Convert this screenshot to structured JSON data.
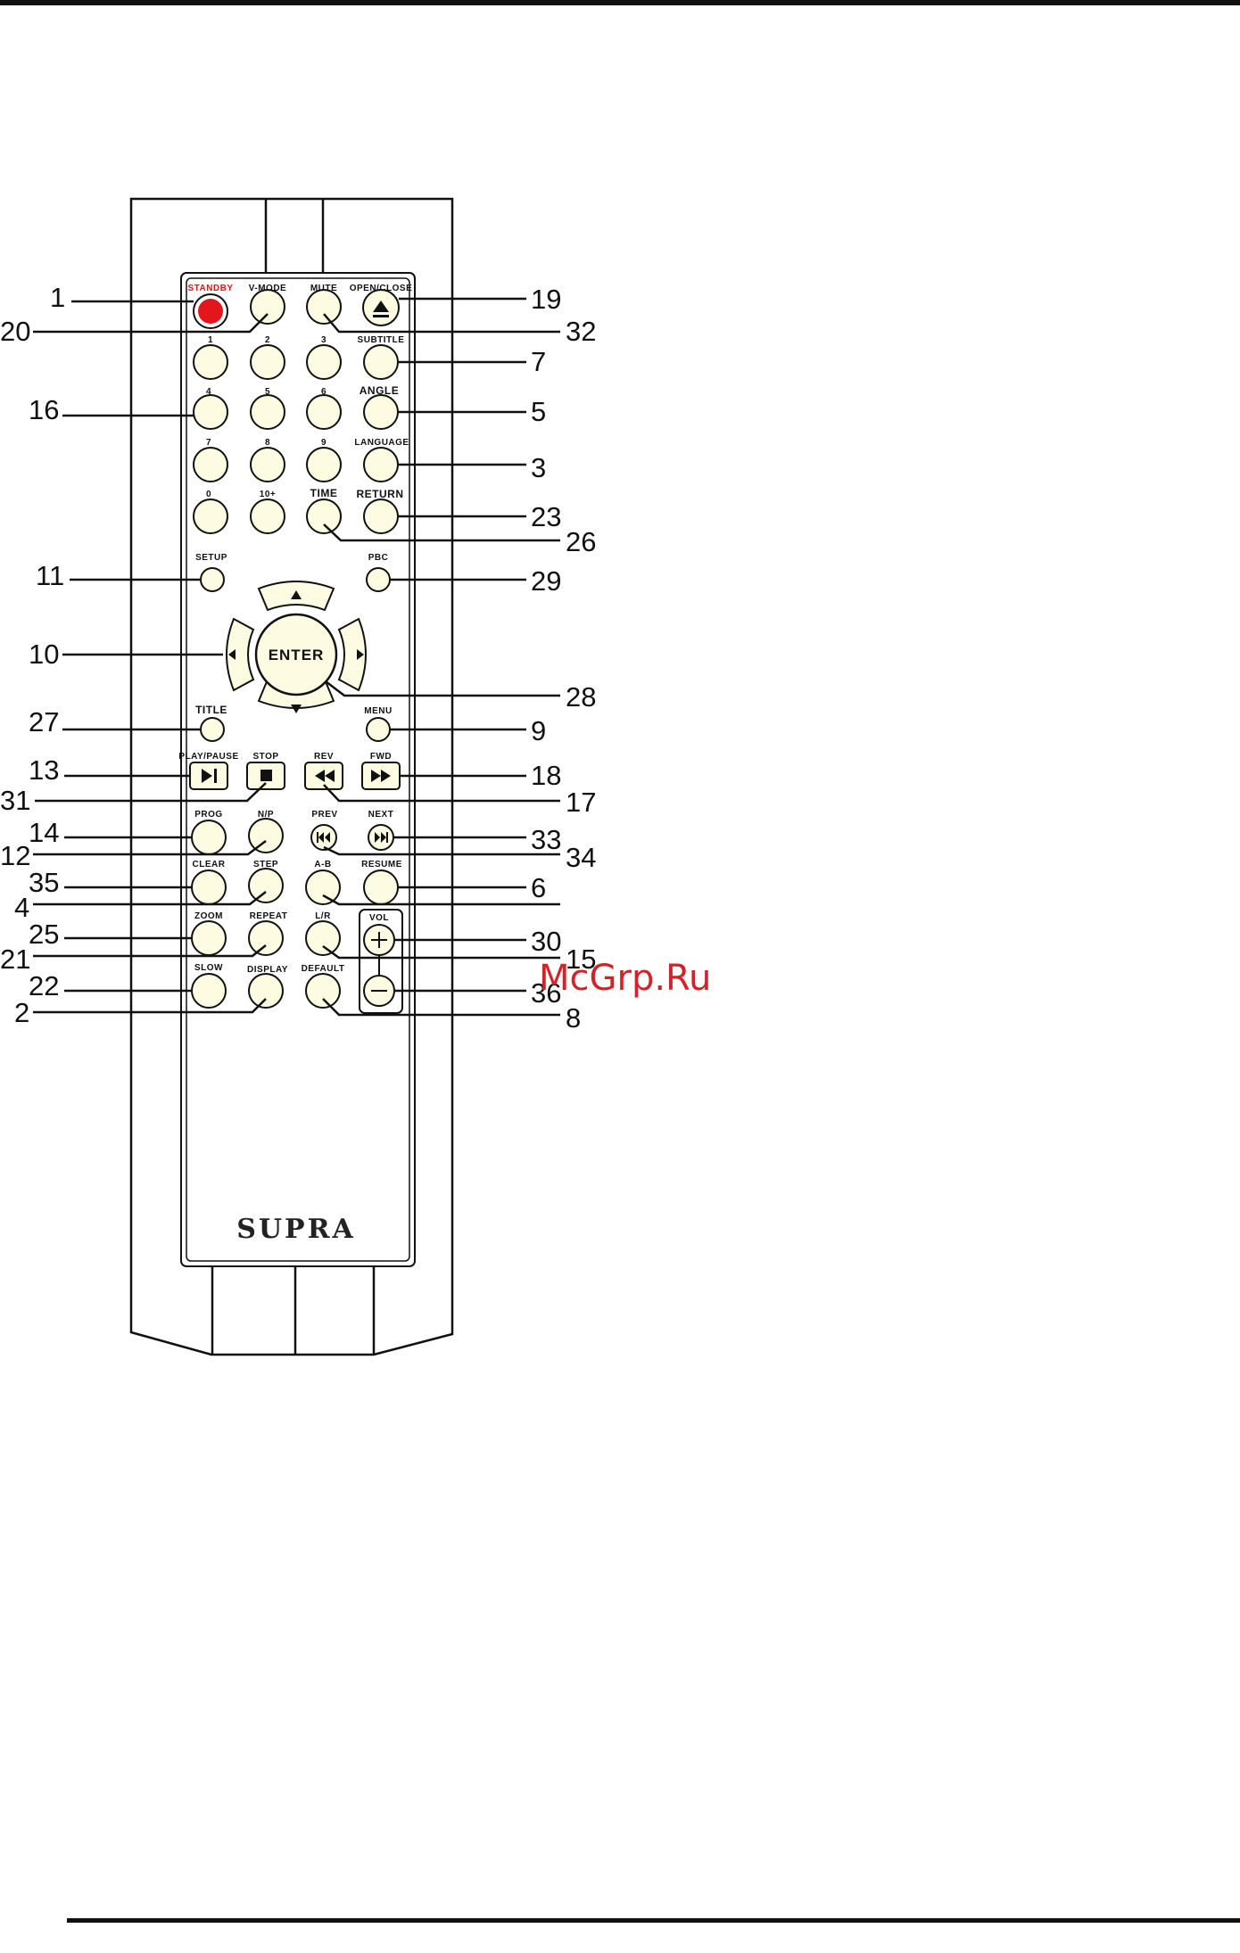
{
  "brand": "SUPRA",
  "watermark": "McGrp.Ru",
  "enter_label": "ENTER",
  "colors": {
    "body": "#fdfbe2",
    "standby": "#e3161b",
    "line": "#111111",
    "watermark": "#d2232a"
  },
  "buttons": {
    "standby": "STANDBY",
    "v_mode": "V-MODE",
    "mute": "MUTE",
    "open_close": "OPEN/CLOSE",
    "n1": "1",
    "n2": "2",
    "n3": "3",
    "subtitle": "SUBTITLE",
    "n4": "4",
    "n5": "5",
    "n6": "6",
    "angle": "ANGLE",
    "n7": "7",
    "n8": "8",
    "n9": "9",
    "language": "LANGUAGE",
    "n0": "0",
    "n10plus": "10+",
    "time": "TIME",
    "return": "RETURN",
    "setup": "SETUP",
    "pbc": "PBC",
    "title": "TITLE",
    "menu": "MENU",
    "play_pause": "PLAY/PAUSE",
    "stop": "STOP",
    "rev": "REV",
    "fwd": "FWD",
    "prog": "PROG",
    "np": "N/P",
    "prev": "PREV",
    "next": "NEXT",
    "clear": "CLEAR",
    "step": "STEP",
    "ab": "A-B",
    "resume": "RESUME",
    "zoom": "ZOOM",
    "repeat": "REPEAT",
    "lr": "L/R",
    "vol": "VOL",
    "slow": "SLOW",
    "display": "DISPLAY",
    "default": "DEFAULT"
  },
  "callouts": {
    "c1": "1",
    "c20": "20",
    "c16": "16",
    "c11": "11",
    "c10": "10",
    "c27": "27",
    "c13": "13",
    "c31": "31",
    "c14": "14",
    "c12": "12",
    "c35": "35",
    "c4": "4",
    "c25": "25",
    "c21": "21",
    "c22": "22",
    "c2": "2",
    "c19": "19",
    "c32": "32",
    "c7": "7",
    "c5": "5",
    "c3": "3",
    "c23": "23",
    "c26": "26",
    "c29": "29",
    "c28": "28",
    "c9": "9",
    "c18": "18",
    "c17": "17",
    "c33": "33",
    "c34": "34",
    "c6": "6",
    "c30": "30",
    "c15": "15",
    "c36": "36",
    "c8": "8"
  }
}
